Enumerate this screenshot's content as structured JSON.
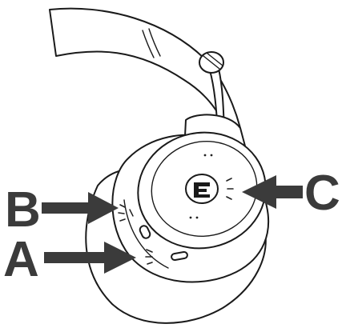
{
  "callouts": {
    "a": "A",
    "b": "B",
    "c": "C"
  },
  "colors": {
    "callout": "#3b3b3b",
    "line_art": "#1a1a1a",
    "background": "#ffffff"
  },
  "icons": {
    "logo": "brand-e-logo-icon",
    "button_a": "slider-switch-icon",
    "button_b": "side-button-icon",
    "button_c": "center-touch-icon"
  }
}
